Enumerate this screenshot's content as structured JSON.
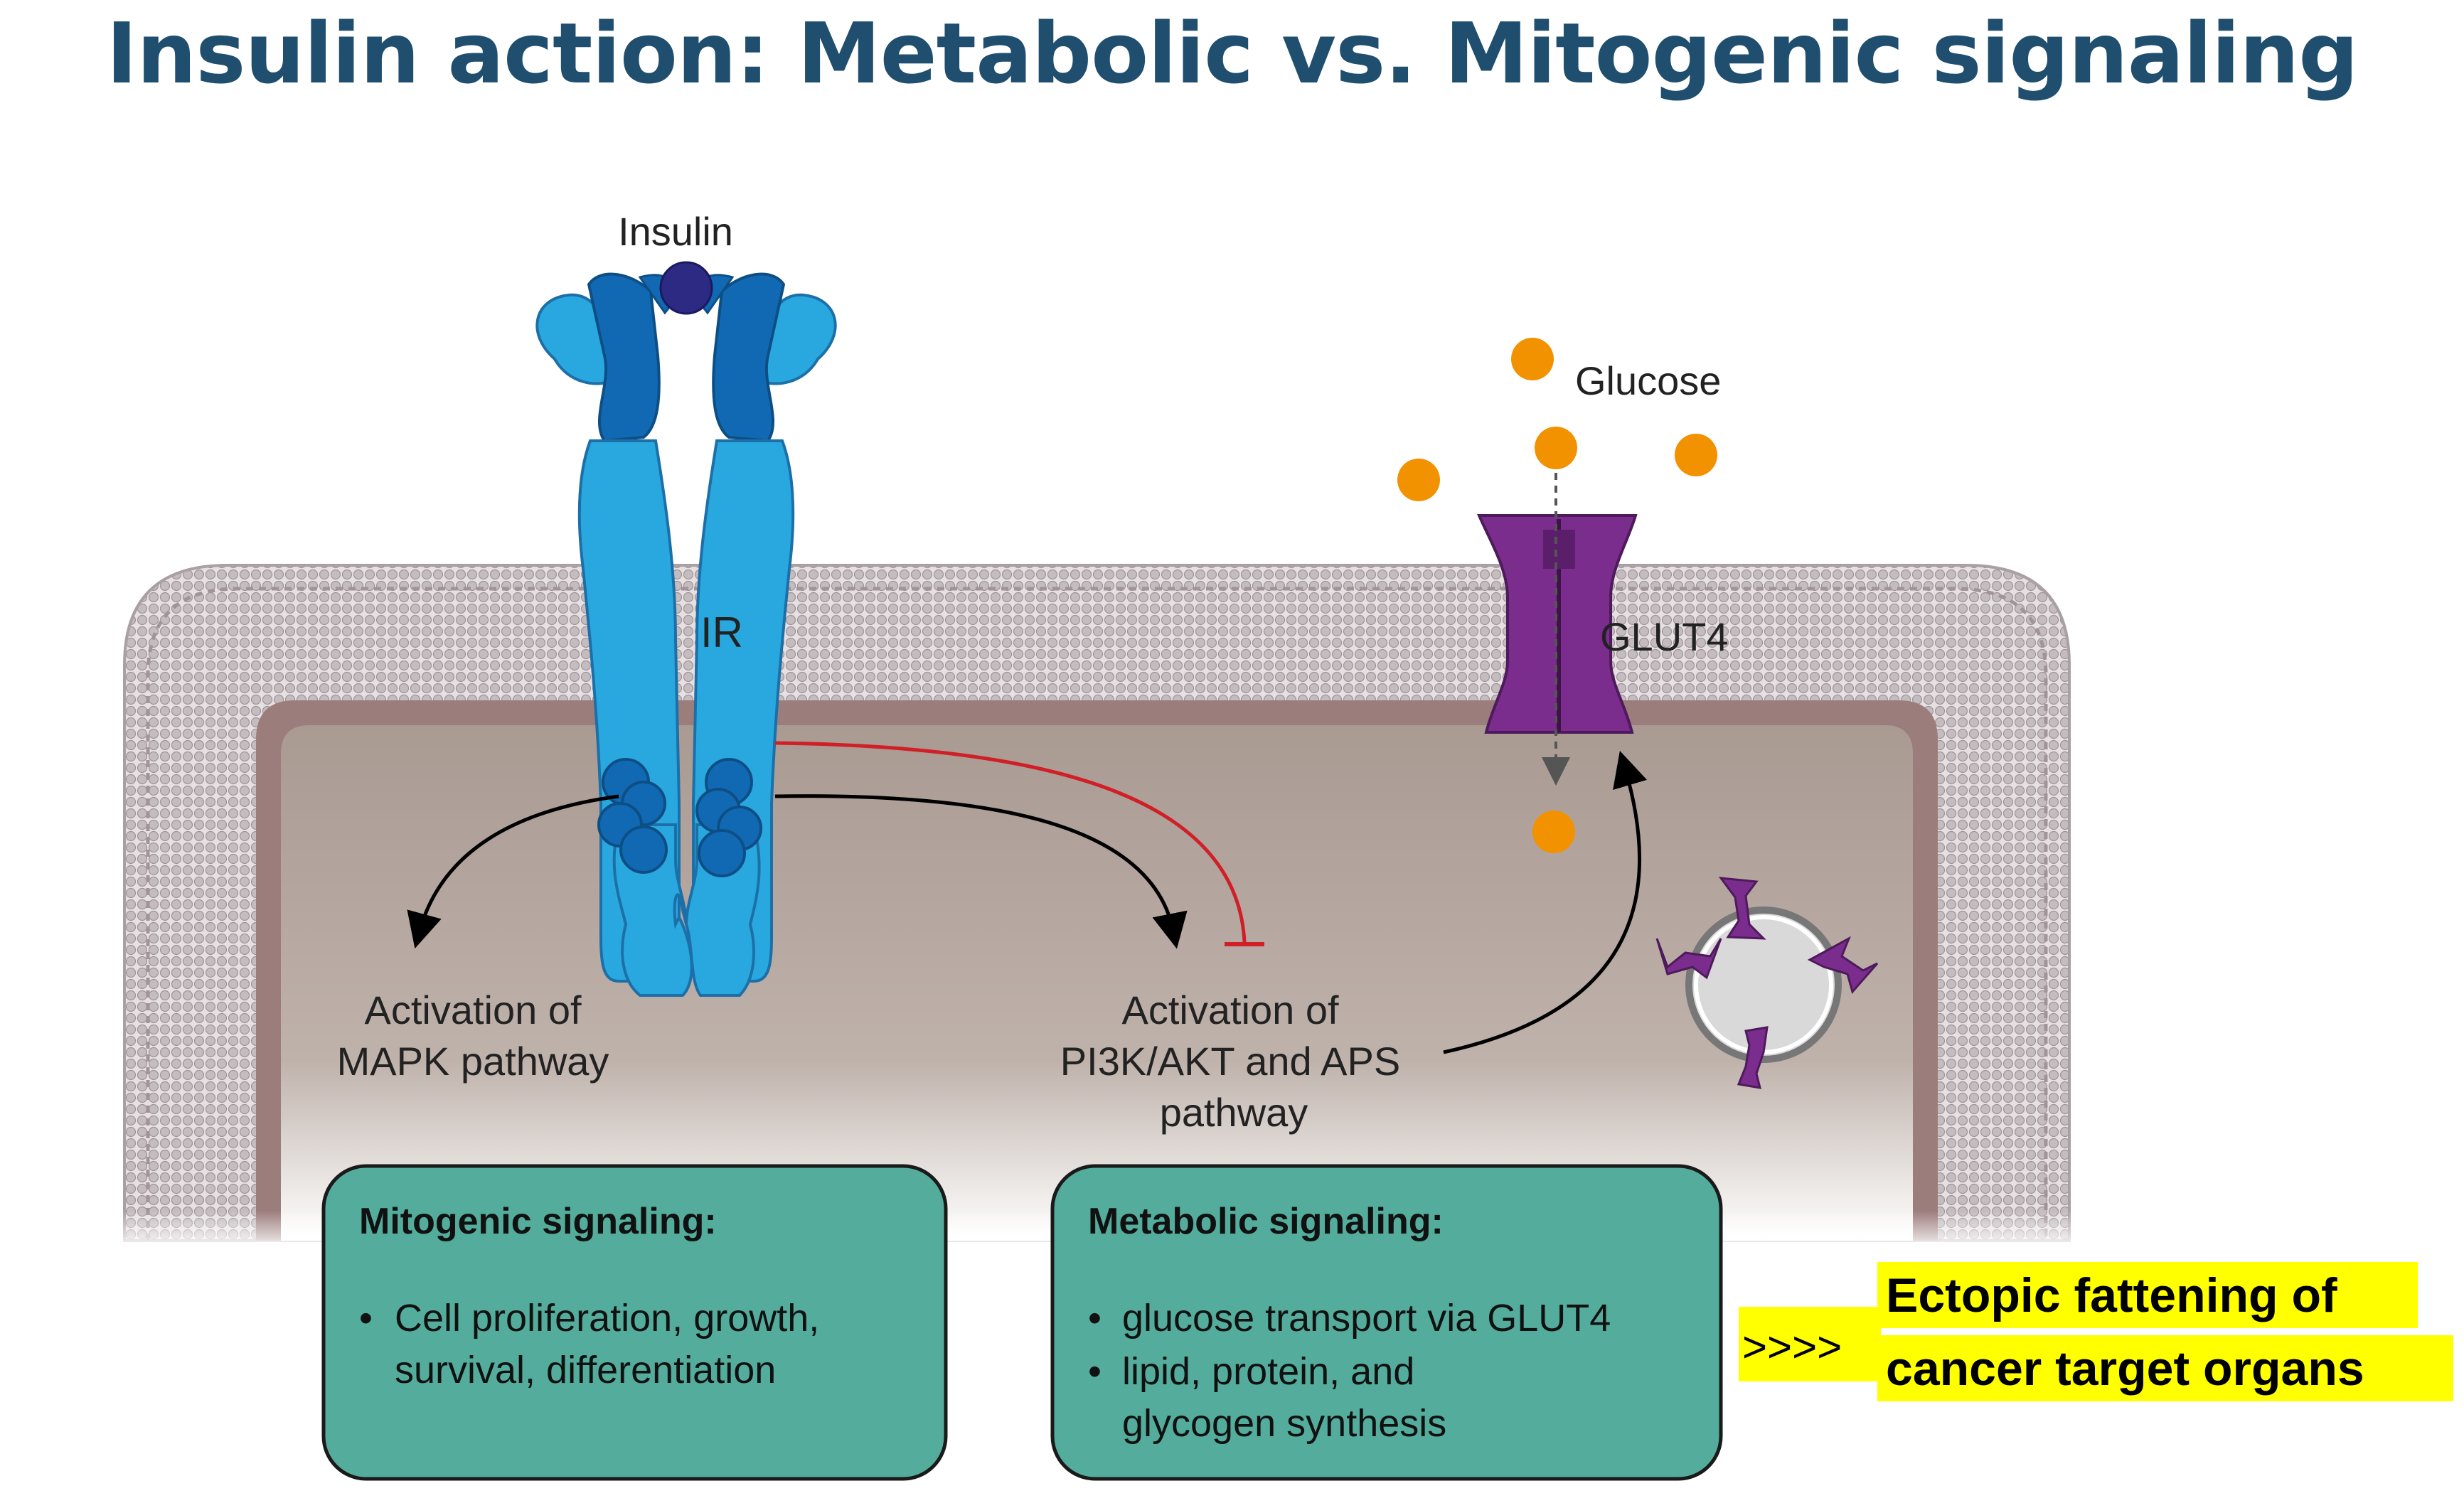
{
  "title": "Insulin action: Metabolic vs. Mitogenic signaling",
  "labels": {
    "insulin": "Insulin",
    "receptor": "IR",
    "glucose": "Glucose",
    "transporter": "GLUT4",
    "mapk_line1": "Activation of",
    "mapk_line2": "MAPK pathway",
    "pi3k_line1": "Activation of",
    "pi3k_line2": "PI3K/AKT and APS",
    "pi3k_line3": "pathway"
  },
  "mitogenic_box": {
    "heading": "Mitogenic signaling:",
    "bullet": "•",
    "line1": "Cell proliferation, growth,",
    "line2": "survival, differentiation"
  },
  "metabolic_box": {
    "heading": "Metabolic signaling:",
    "bullet": "•",
    "item1": "glucose transport via GLUT4",
    "item2_line1": "lipid, protein, and",
    "item2_line2": "glycogen synthesis"
  },
  "highlight": {
    "arrows": ">>>>",
    "line1": "Ectopic fattening of",
    "line2": "cancer target organs"
  },
  "colors": {
    "title": "#1f4e6e",
    "receptor_light": "#29a8e0",
    "receptor_dark": "#1269b3",
    "insulin": "#2c2a82",
    "glucose": "#f29200",
    "glut4": "#7b2d8e",
    "membrane": "#c9bfc3",
    "cytoplasm": "#b6a79f",
    "box_fill": "#54ad9c",
    "inhibition": "#d01f26",
    "highlight": "#ffff00"
  }
}
